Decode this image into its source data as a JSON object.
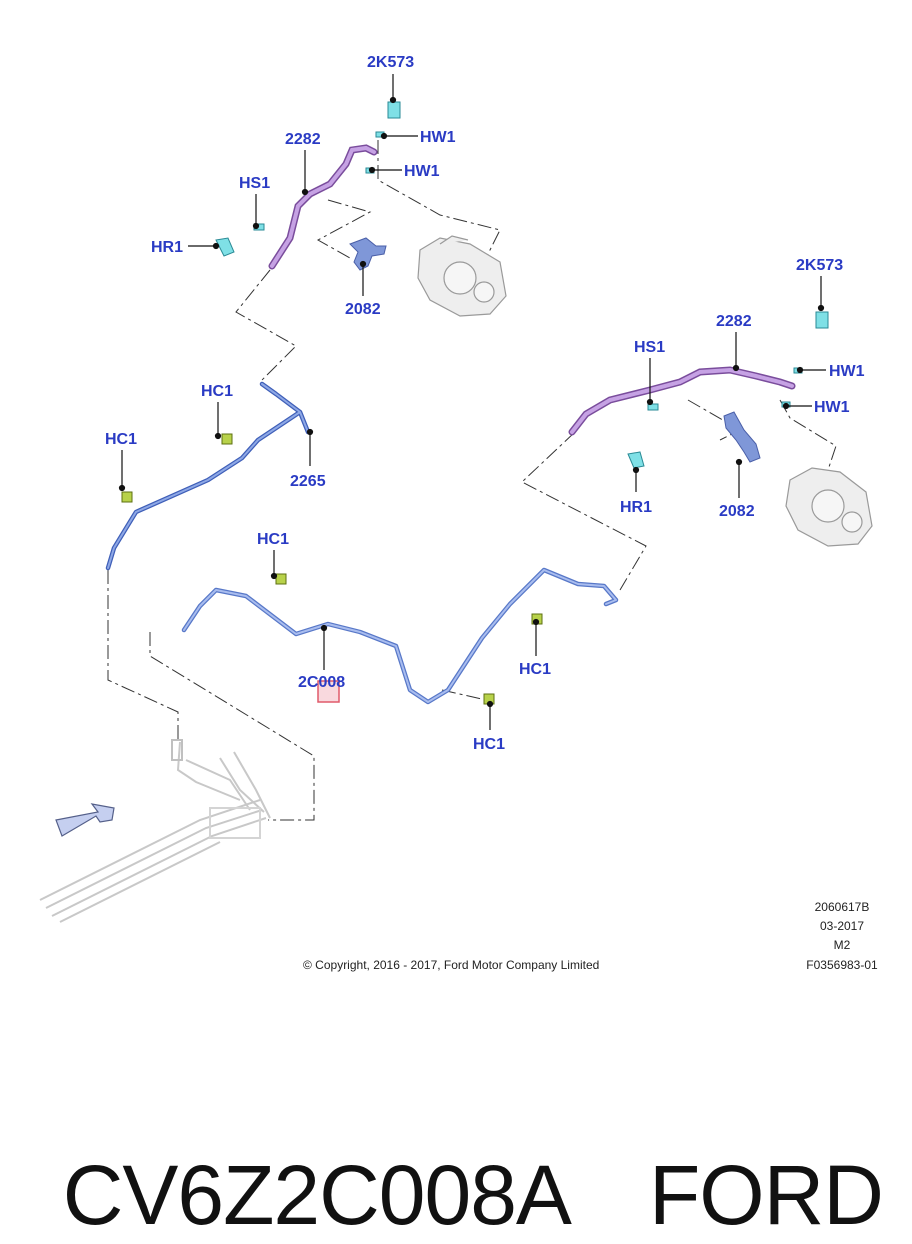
{
  "callouts": {
    "c2k573_a": "2K573",
    "c2282_a": "2282",
    "chw1_a": "HW1",
    "chw1_b": "HW1",
    "chs1_a": "HS1",
    "chr1_a": "HR1",
    "c2082_a": "2082",
    "c2k573_b": "2K573",
    "c2282_b": "2282",
    "chs1_b": "HS1",
    "chw1_c": "HW1",
    "chw1_d": "HW1",
    "chr1_b": "HR1",
    "c2082_b": "2082",
    "chc1_a": "HC1",
    "chc1_b": "HC1",
    "c2265": "2265",
    "chc1_c": "HC1",
    "c2c008": "2C008",
    "chc1_d": "HC1",
    "chc1_e": "HC1"
  },
  "footer": {
    "copyright": "© Copyright, 2016 - 2017, Ford Motor Company Limited",
    "ref_code": "2060617B",
    "date": "03-2017",
    "model": "M2",
    "doc_id": "F0356983-01"
  },
  "caption": {
    "part_number": "CV6Z2C008A",
    "brand": "FORD"
  },
  "colors": {
    "callout_text": "#2a3bc4",
    "brake_hose": "#b48ad6",
    "brake_tube": "#6f8fd8",
    "clip": "#7fe0e6",
    "bracket": "#6f8ad0",
    "clip_hc1": "#b8d24a",
    "highlight_box": "#e05a6a"
  },
  "icons": [
    "direction-arrow-icon",
    "brake-caliper-icon"
  ]
}
